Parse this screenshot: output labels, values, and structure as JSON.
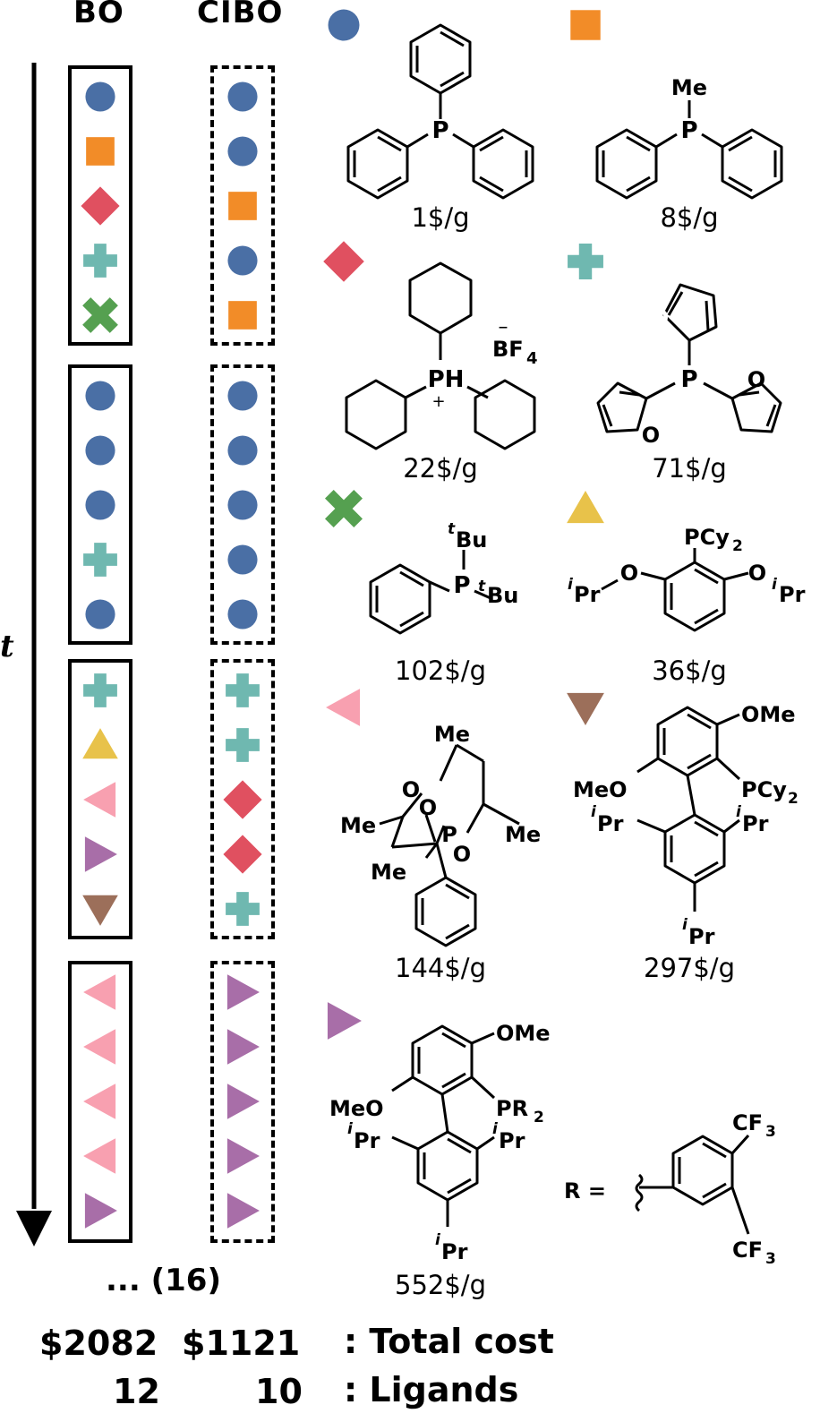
{
  "headers": {
    "bo": "BO",
    "cibo": "CIBO"
  },
  "time_axis_label": "t",
  "colors": {
    "circle": "#4a6fa5",
    "square": "#f28c28",
    "diamond": "#e05060",
    "plus": "#6fb8b0",
    "cross": "#55a050",
    "triangle_up": "#e8c24a",
    "triangle_left": "#f8a0b0",
    "triangle_right": "#a86ea8",
    "triangle_down": "#9c6f5a"
  },
  "batches": [
    {
      "bo": [
        "circle",
        "square",
        "diamond",
        "plus",
        "cross"
      ],
      "cibo": [
        "circle",
        "circle",
        "square",
        "circle",
        "square"
      ]
    },
    {
      "bo": [
        "circle",
        "circle",
        "circle",
        "plus",
        "circle"
      ],
      "cibo": [
        "circle",
        "circle",
        "circle",
        "circle",
        "circle"
      ]
    },
    {
      "bo": [
        "plus",
        "triangle_up",
        "triangle_left",
        "triangle_right",
        "triangle_down"
      ],
      "cibo": [
        "plus",
        "plus",
        "diamond",
        "diamond",
        "plus"
      ]
    },
    {
      "bo": [
        "triangle_left",
        "triangle_left",
        "triangle_left",
        "triangle_left",
        "triangle_right"
      ],
      "cibo": [
        "triangle_right",
        "triangle_right",
        "triangle_right",
        "triangle_right",
        "triangle_right"
      ]
    }
  ],
  "ellipsis": "... (16)",
  "ligands": [
    {
      "symbol": "circle",
      "price": "1$/g"
    },
    {
      "symbol": "square",
      "price": "8$/g"
    },
    {
      "symbol": "diamond",
      "price": "22$/g"
    },
    {
      "symbol": "plus",
      "price": "71$/g"
    },
    {
      "symbol": "cross",
      "price": "102$/g"
    },
    {
      "symbol": "triangle_up",
      "price": "36$/g"
    },
    {
      "symbol": "triangle_left",
      "price": "144$/g"
    },
    {
      "symbol": "triangle_down",
      "price": "297$/g"
    },
    {
      "symbol": "triangle_right",
      "price": "552$/g"
    }
  ],
  "structure_labels": {
    "s2_me": "Me",
    "s3_anion_charge": "–",
    "s3_anion": "BF",
    "s3_anion_sub": "4",
    "s3_ph": "PH",
    "s3_plus": "+",
    "s5_tbu1": "Bu",
    "s5_tbu2": "Bu",
    "s5_t": "t",
    "s6_pcy": "PCy",
    "s6_sub": "2",
    "s6_o": "O",
    "s6_ipr": "Pr",
    "s6_i": "i",
    "s7_me": "Me",
    "s7_o": "O",
    "s7_p": "P",
    "s8_ome": "OMe",
    "s8_meo": "MeO",
    "s8_pcy": "PCy",
    "s8_sub": "2",
    "s9_pr": "PR",
    "s9_sub": "2",
    "r_eq": "R =",
    "cf": "CF",
    "cf_sub": "3",
    "p": "P",
    "o": "O"
  },
  "totals": {
    "bo_cost": "$2082",
    "cibo_cost": "$1121",
    "cost_label": ": Total cost",
    "bo_ligands": "12",
    "cibo_ligands": "10",
    "ligands_label": ": Ligands"
  }
}
